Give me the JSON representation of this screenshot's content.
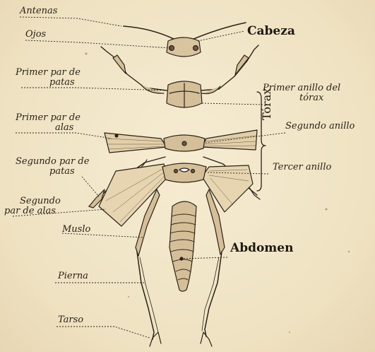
{
  "labels": {
    "antenas": "Antenas",
    "ojos": "Ojos",
    "cabeza": "Cabeza",
    "primer_par_patas_1": "Primer par de",
    "primer_par_patas_2": "patas",
    "primer_anillo_1": "Primer anillo del",
    "primer_anillo_2": "tórax",
    "primer_par_alas_1": "Primer par de",
    "primer_par_alas_2": "alas",
    "torax": "Tórax",
    "segundo_anillo": "Segundo anillo",
    "segundo_par_patas_1": "Segundo par de",
    "segundo_par_patas_2": "patas",
    "tercer_anillo": "Tercer anillo",
    "segundo_par_alas_1": "Segundo",
    "segundo_par_alas_2": "par de alas",
    "muslo": "Muslo",
    "abdomen": "Abdomen",
    "pierna": "Pierna",
    "tarso": "Tarso"
  },
  "colors": {
    "paper": "#f1e6c9",
    "ink": "#2a2218",
    "wing": "#e2cfa8",
    "body": "#d4bf98"
  }
}
